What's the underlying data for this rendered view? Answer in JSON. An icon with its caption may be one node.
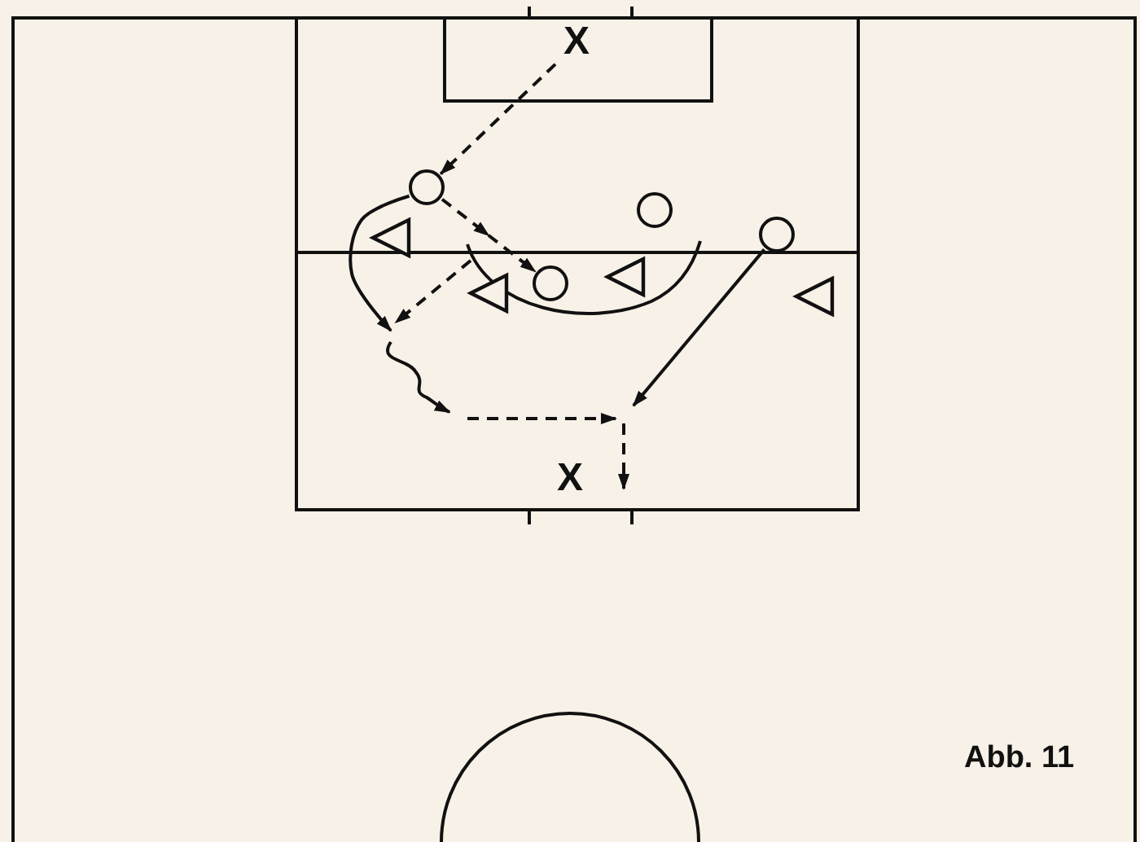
{
  "diagram": {
    "nodes": [
      {
        "text": [
          "X"
        ]
      },
      {
        "text": [],
        "shape": "circle"
      },
      {
        "text": [],
        "shape": "circle"
      },
      {
        "text": [],
        "shape": "circle"
      },
      {
        "text": [],
        "shape": "circle"
      },
      {
        "text": [
          "X"
        ]
      },
      {
        "text": [],
        "shape": "triangle"
      },
      {
        "text": [],
        "shape": "triangle"
      },
      {
        "text": [],
        "shape": "triangle"
      },
      {
        "text": [],
        "shape": "triangle"
      }
    ],
    "edges": [
      {
        "from": 0,
        "to": 1,
        "arrow": "to",
        "style": "dashed"
      },
      {
        "from": 1,
        "to": 2,
        "arrow": "to",
        "style": "dashed"
      },
      {
        "from": 1,
        "to": null,
        "arrow": "to"
      },
      {
        "from": 4,
        "to": null,
        "arrow": "to"
      }
    ],
    "labels": [
      "Abb. 11"
    ]
  }
}
